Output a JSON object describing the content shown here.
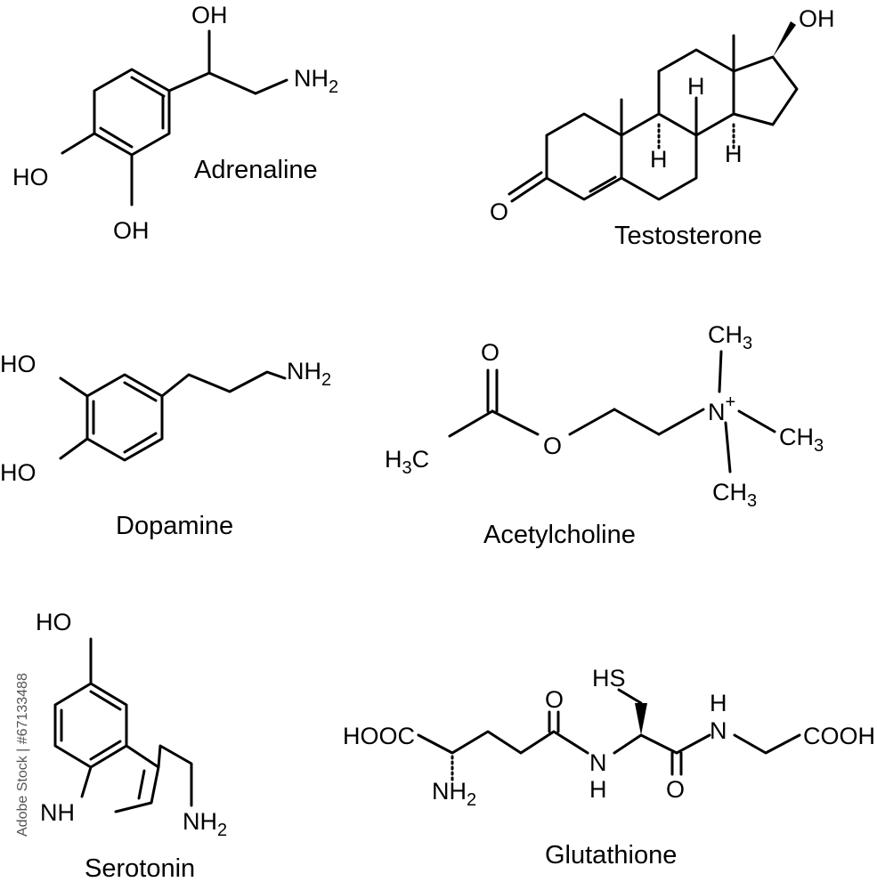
{
  "molecules": {
    "adrenaline": {
      "name": "Adrenaline",
      "oh_top": "OH",
      "nh2": "NH",
      "nh2_sub": "2",
      "ho_left": "HO",
      "oh_bottom": "OH"
    },
    "testosterone": {
      "name": "Testosterone",
      "oh": "OH",
      "o": "O",
      "h1": "H",
      "h2": "H",
      "h3": "H"
    },
    "dopamine": {
      "name": "Dopamine",
      "ho_top": "HO",
      "ho_bottom": "HO",
      "nh2": "NH",
      "nh2_sub": "2"
    },
    "acetylcholine": {
      "name": "Acetylcholine",
      "o_carbonyl": "O",
      "o_ester": "O",
      "h3c_h": "H",
      "h3c_3": "3",
      "h3c_c": "C",
      "n": "N",
      "n_charge": "+",
      "ch3_c": "CH",
      "ch3_sub": "3"
    },
    "serotonin": {
      "name": "Serotonin",
      "ho": "HO",
      "nh": "NH",
      "nh2": "NH",
      "nh2_sub": "2"
    },
    "glutathione": {
      "name": "Glutathione",
      "hooc": "HOOC",
      "nh2": "NH",
      "nh2_sub": "2",
      "o1": "O",
      "n1": "N",
      "h1": "H",
      "hs": "HS",
      "o2": "O",
      "n2": "N",
      "h2": "H",
      "cooh": "COOH"
    }
  },
  "watermark": {
    "side_text": "Adobe Stock | #67133488"
  }
}
